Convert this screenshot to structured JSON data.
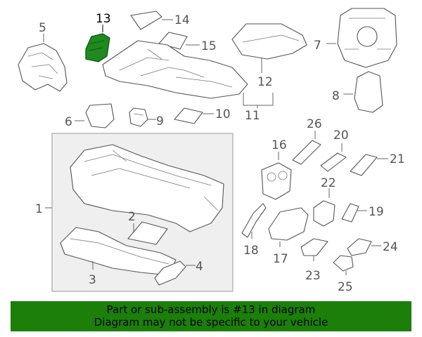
{
  "callouts": {
    "c1": "1",
    "c2": "2",
    "c3": "3",
    "c4": "4",
    "c5": "5",
    "c6": "6",
    "c7": "7",
    "c8": "8",
    "c9": "9",
    "c10": "10",
    "c11": "11",
    "c12": "12",
    "c13": "13",
    "c14": "14",
    "c15": "15",
    "c16": "16",
    "c17": "17",
    "c18": "18",
    "c19": "19",
    "c20": "20",
    "c21": "21",
    "c22": "22",
    "c23": "23",
    "c24": "24",
    "c25": "25",
    "c26": "26"
  },
  "highlighted_part": "13",
  "colors": {
    "highlight": "#1f8a1f",
    "banner": "#1b7f0a"
  },
  "banner": {
    "line1": "Part or sub-assembly is #13 in diagram",
    "line2": "Diagram may not be specific to your vehicle"
  }
}
